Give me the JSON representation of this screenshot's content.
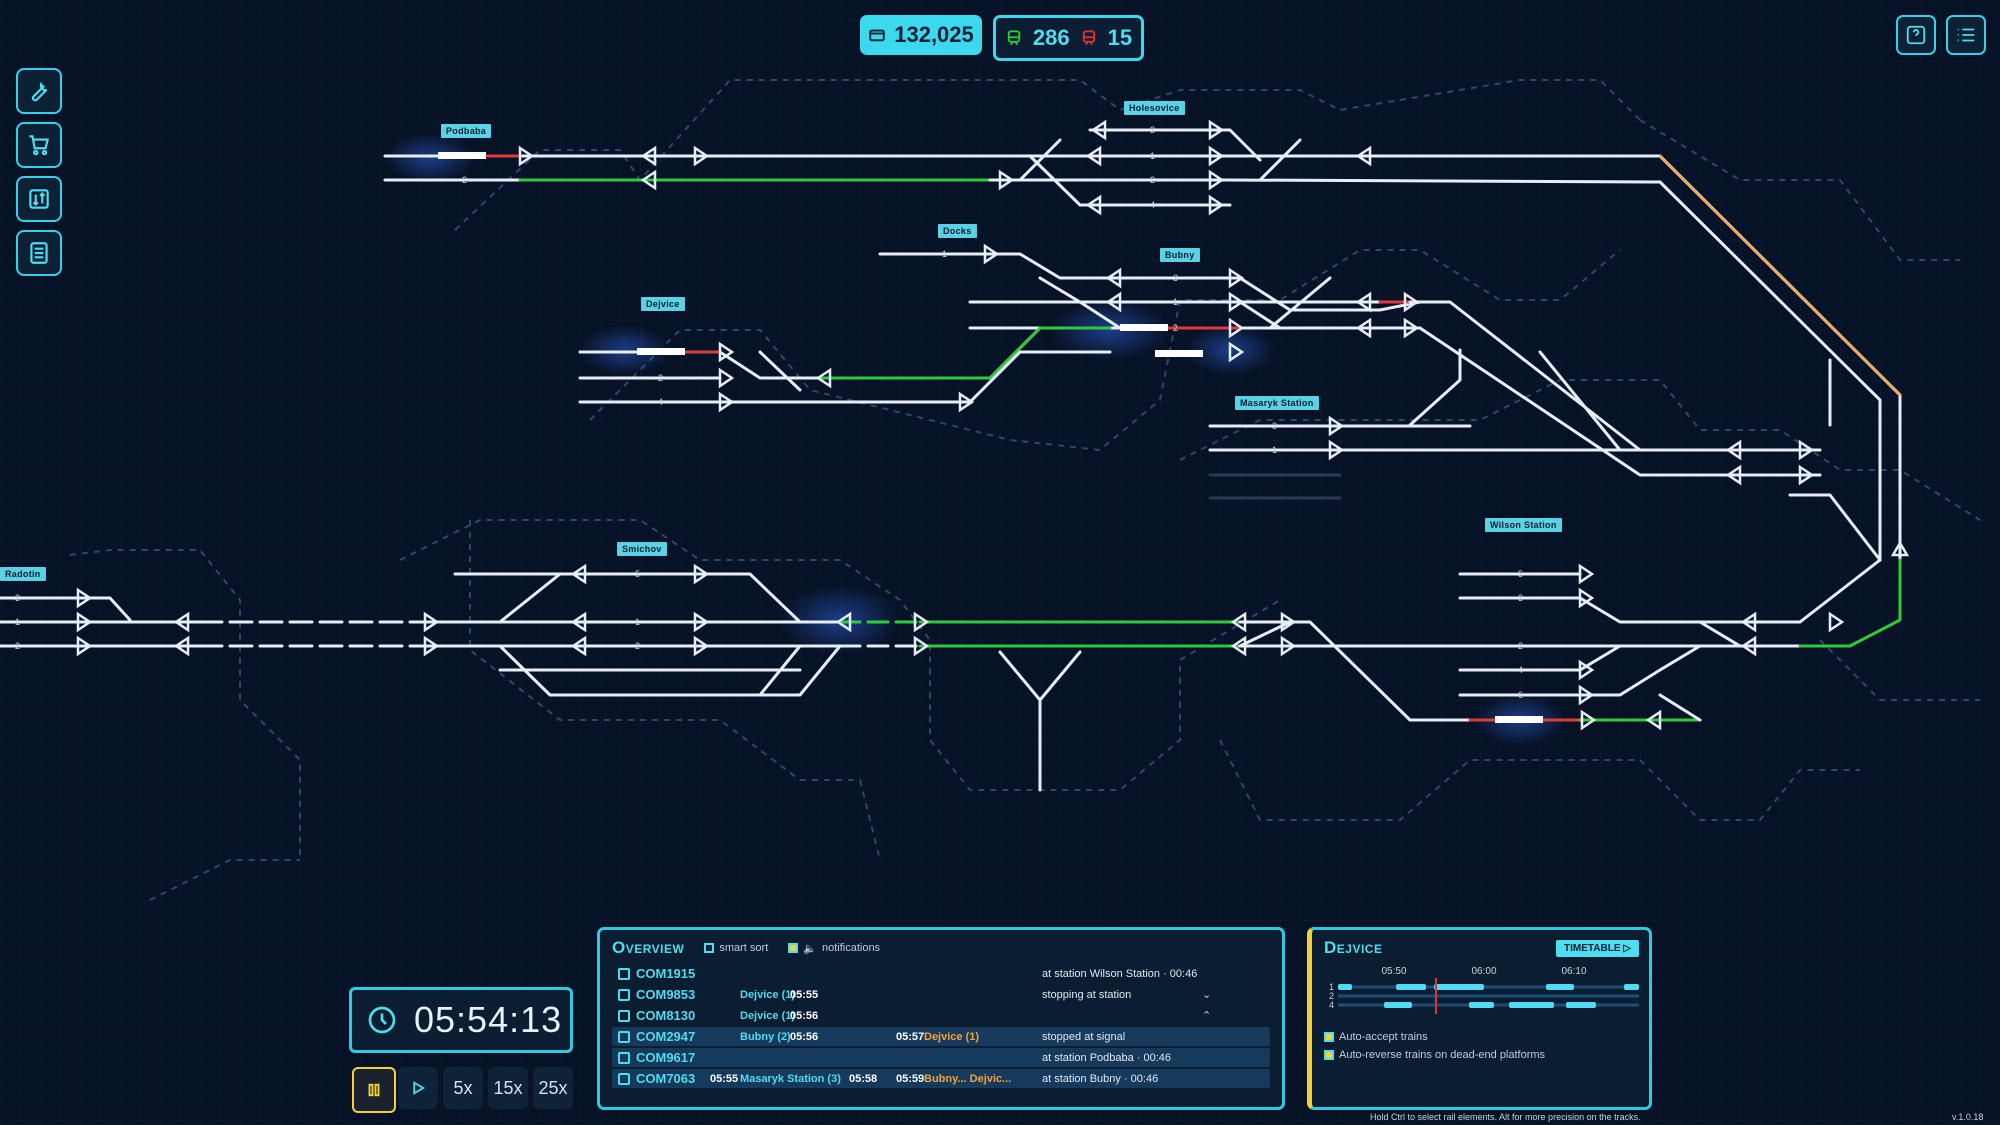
{
  "money": "132,025",
  "trains_ok": "286",
  "trains_bad": "15",
  "stations": {
    "podbaba": "Podbaba",
    "holesovice": "Holesovice",
    "docks": "Docks",
    "bubny": "Bubny",
    "dejvice": "Dejvice",
    "masaryk": "Masaryk Station",
    "smichov": "Smichov",
    "wilson": "Wilson Station",
    "radotin": "Radotin"
  },
  "clock": "05:54:13",
  "speeds": [
    "5x",
    "15x",
    "25x"
  ],
  "overview": {
    "title": "Overview",
    "smart_sort": "smart sort",
    "notifications": "notifications",
    "rows": [
      {
        "id": "COM1915",
        "a": "",
        "a_time": "",
        "b_time": "",
        "b": "",
        "status": "at station Wilson Station · 00:46"
      },
      {
        "id": "COM9853",
        "a": "Dejvice (1)",
        "a_time": "05:55",
        "b_time": "",
        "b": "",
        "status": "stopping at station"
      },
      {
        "id": "COM8130",
        "a": "Dejvice (1)",
        "a_time": "05:56",
        "b_time": "",
        "b": "",
        "status": ""
      },
      {
        "id": "COM2947",
        "a": "Bubny (2)",
        "a_time": "05:56",
        "b_time": "05:57",
        "b": "Dejvice (1)",
        "status": "stopped at signal"
      },
      {
        "id": "COM9617",
        "a": "",
        "a_time": "",
        "b_time": "",
        "b": "",
        "status": "at station Podbaba · 00:46"
      },
      {
        "id": "COM7063",
        "a": "Masaryk Station (3)",
        "a_time": "05:58",
        "b_time": "05:59",
        "b": "Bubny... Dejvic...",
        "status": "at station Bubny · 00:46",
        "pre_time": "05:55"
      }
    ]
  },
  "dejvice_panel": {
    "title": "Dejvice",
    "timetable": "TIMETABLE ▷",
    "times": [
      "05:50",
      "06:00",
      "06:10"
    ],
    "tracks": [
      "1",
      "2",
      "4"
    ],
    "auto_accept": "Auto-accept trains",
    "auto_reverse": "Auto-reverse trains on dead-end platforms"
  },
  "hint": "Hold Ctrl to select rail elements. Alt for more precision on the tracks.",
  "version": "v.1.0.18",
  "colors": {
    "accent": "#3cd8ee",
    "route": "#32c83c",
    "blocked": "#e0303a",
    "highlight": "#f5d230"
  }
}
